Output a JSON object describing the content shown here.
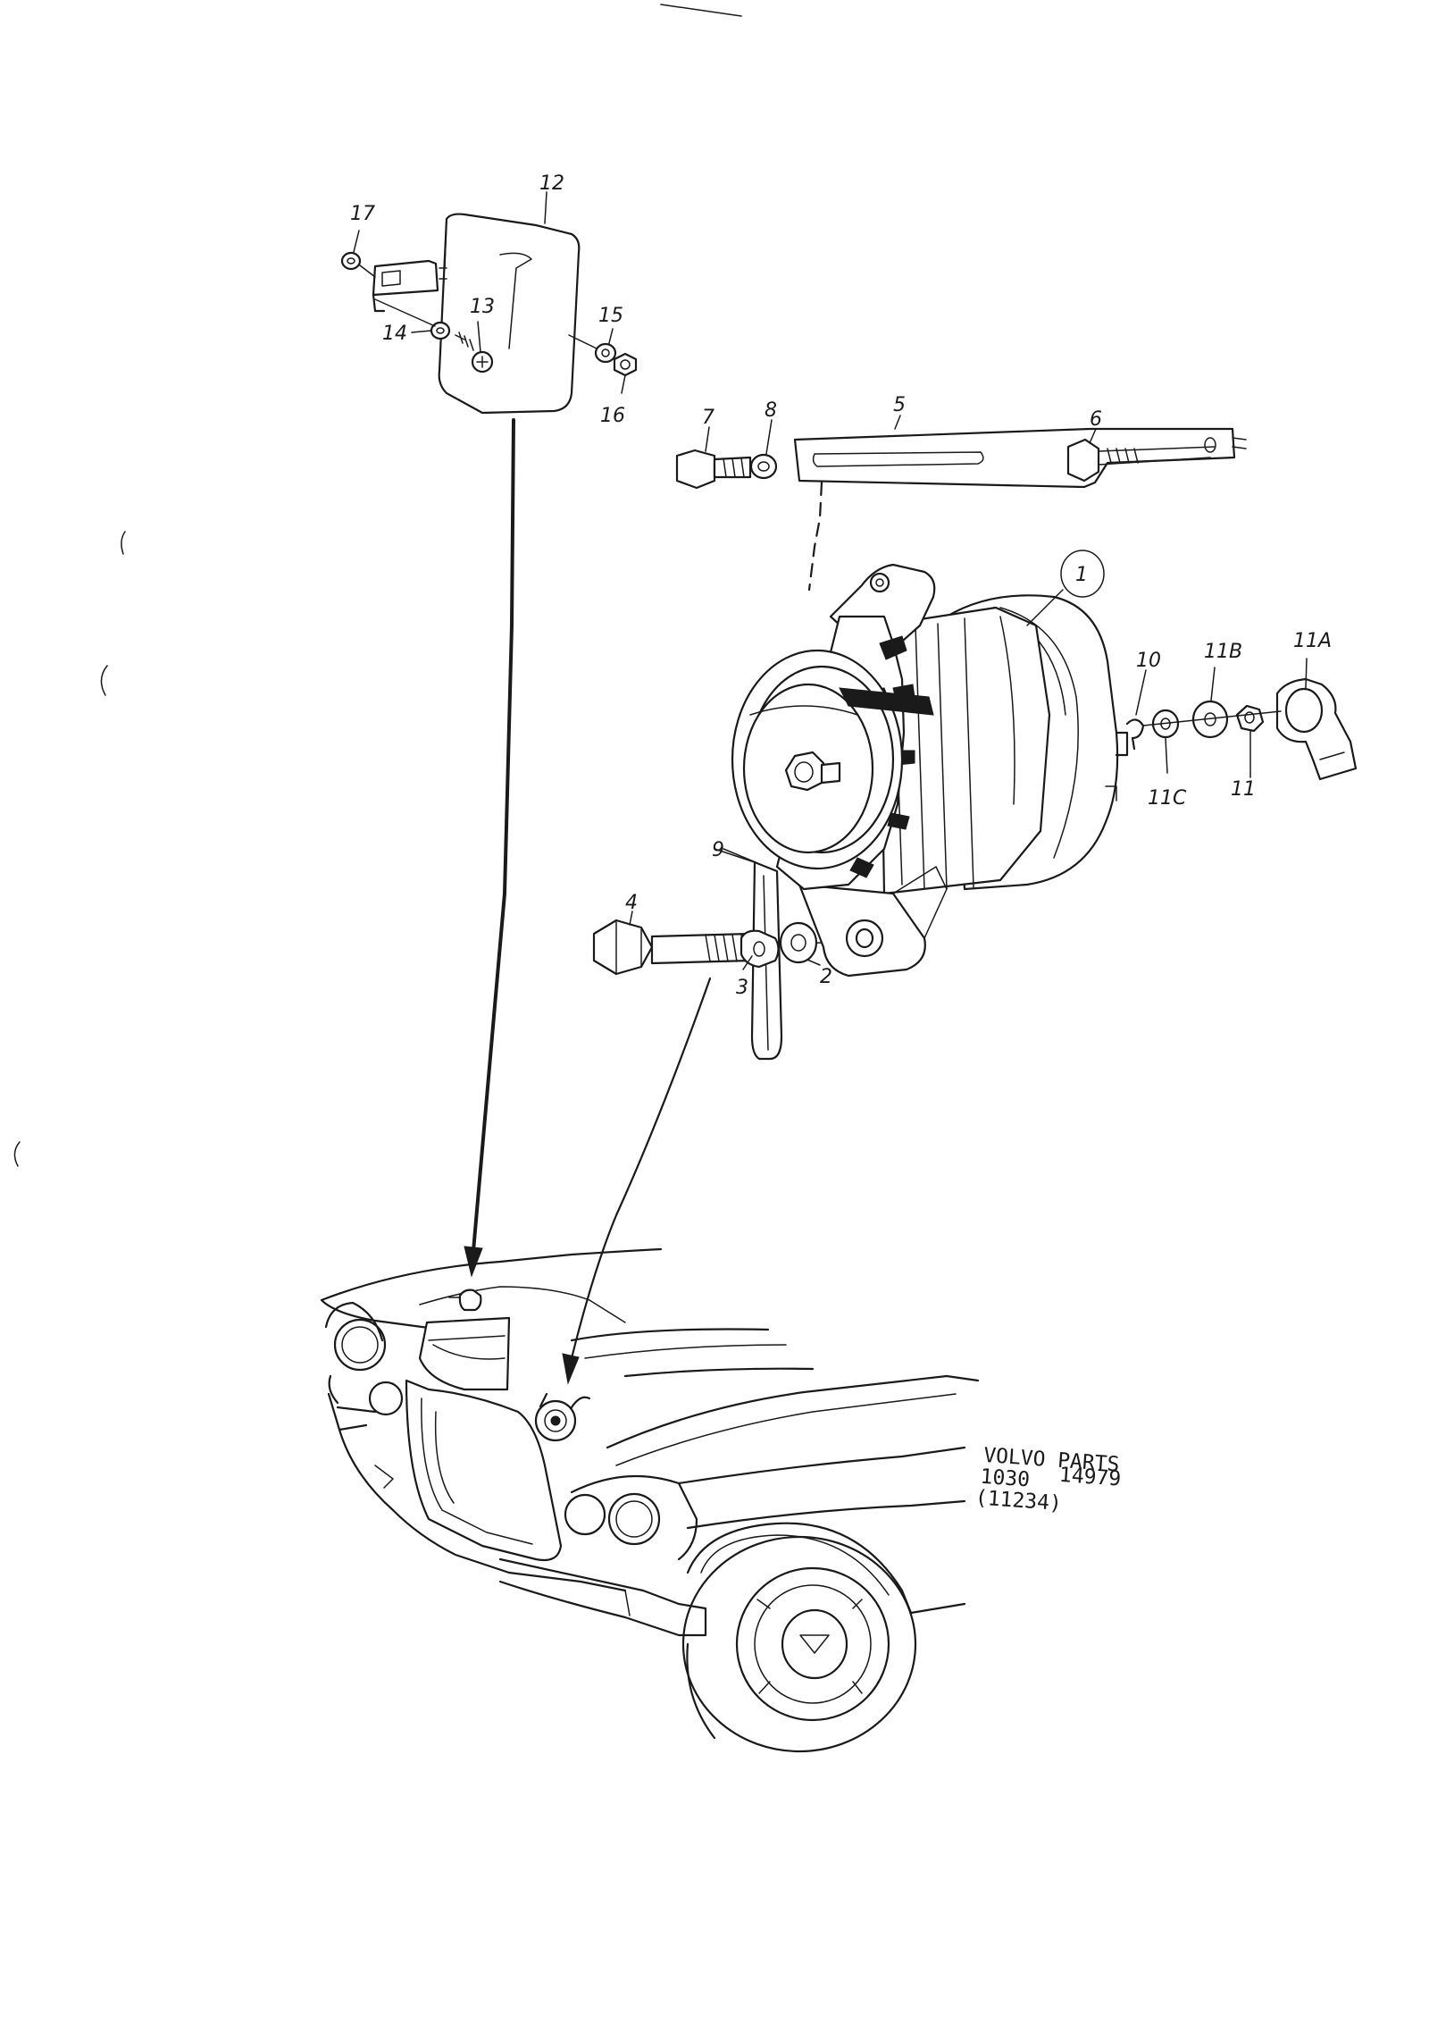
{
  "callouts": {
    "c1": "1",
    "c2": "2",
    "c3": "3",
    "c4": "4",
    "c5": "5",
    "c6": "6",
    "c7": "7",
    "c8": "8",
    "c9": "9",
    "c10": "10",
    "c11": "11",
    "c11a": "11A",
    "c11b": "11B",
    "c11c": "11C",
    "c12": "12",
    "c13": "13",
    "c14": "14",
    "c15": "15",
    "c16": "16",
    "c17": "17"
  },
  "stamp": {
    "line1": "VOLVO PARTS",
    "line2a": "1030",
    "line2b": "14979",
    "line3": "(11234)"
  }
}
